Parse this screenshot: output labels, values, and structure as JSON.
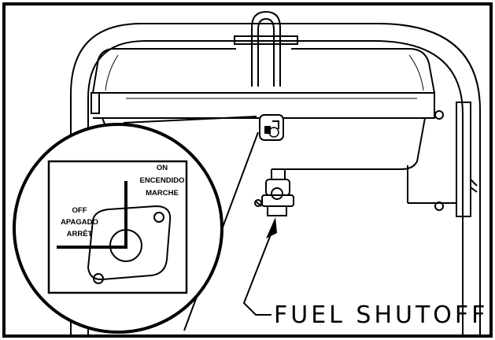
{
  "valve_labels": {
    "on": [
      "ON",
      "ENCENDIDO",
      "MARCHE"
    ],
    "off": [
      "OFF",
      "APAGADO",
      "ARRÊT"
    ]
  },
  "callout": {
    "label": "FUEL SHUTOFF"
  },
  "icons": {
    "valve_detail": "fuel-valve-detail-icon",
    "fuel_symbol": "fuel-tank-symbol-icon",
    "arrow": "callout-arrow-icon"
  }
}
